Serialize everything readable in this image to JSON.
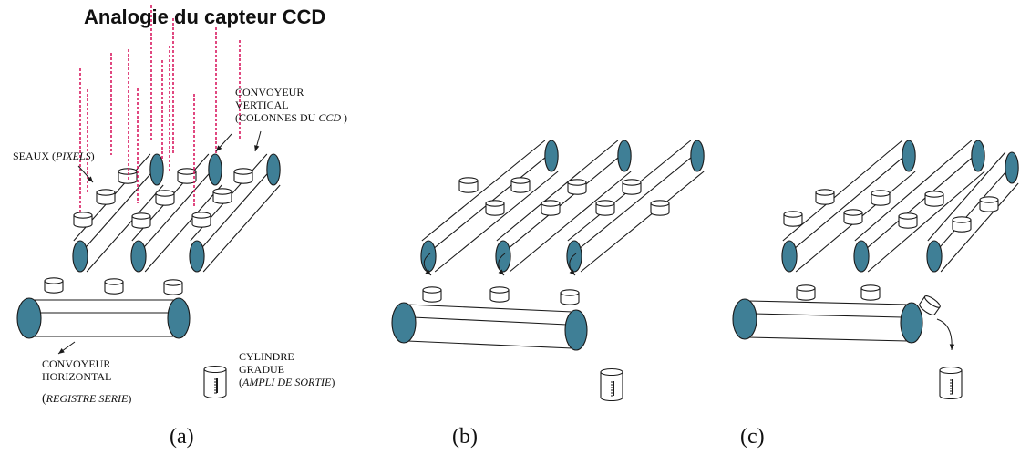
{
  "title": "Analogie du capteur CCD",
  "labels": {
    "vertical_conveyor": {
      "line1": "CONVOYEUR",
      "line2": "VERTICAL",
      "line3_prefix": "(COLONNES DU ",
      "line3_italic": "CCD",
      "line3_suffix": " )"
    },
    "buckets": {
      "prefix": "SEAUX (",
      "italic": "PIXELS",
      "suffix": ")"
    },
    "horizontal_conveyor": {
      "line1": "CONVOYEUR",
      "line2": "HORIZONTAL",
      "line3_prefix": "(",
      "line3_italic": "REGISTRE SERIE",
      "line3_suffix": ")"
    },
    "cylinder": {
      "line1": "CYLINDRE",
      "line2": "GRADUE",
      "line3_prefix": "(",
      "line3_italic": "AMPLI DE SORTIE",
      "line3_suffix": ")"
    }
  },
  "panels": [
    "(a)",
    "(b)",
    "(c)"
  ],
  "colors": {
    "roller_fill": "#3f7f96",
    "rain": "#d81b60",
    "stroke": "#1a1a1a"
  }
}
